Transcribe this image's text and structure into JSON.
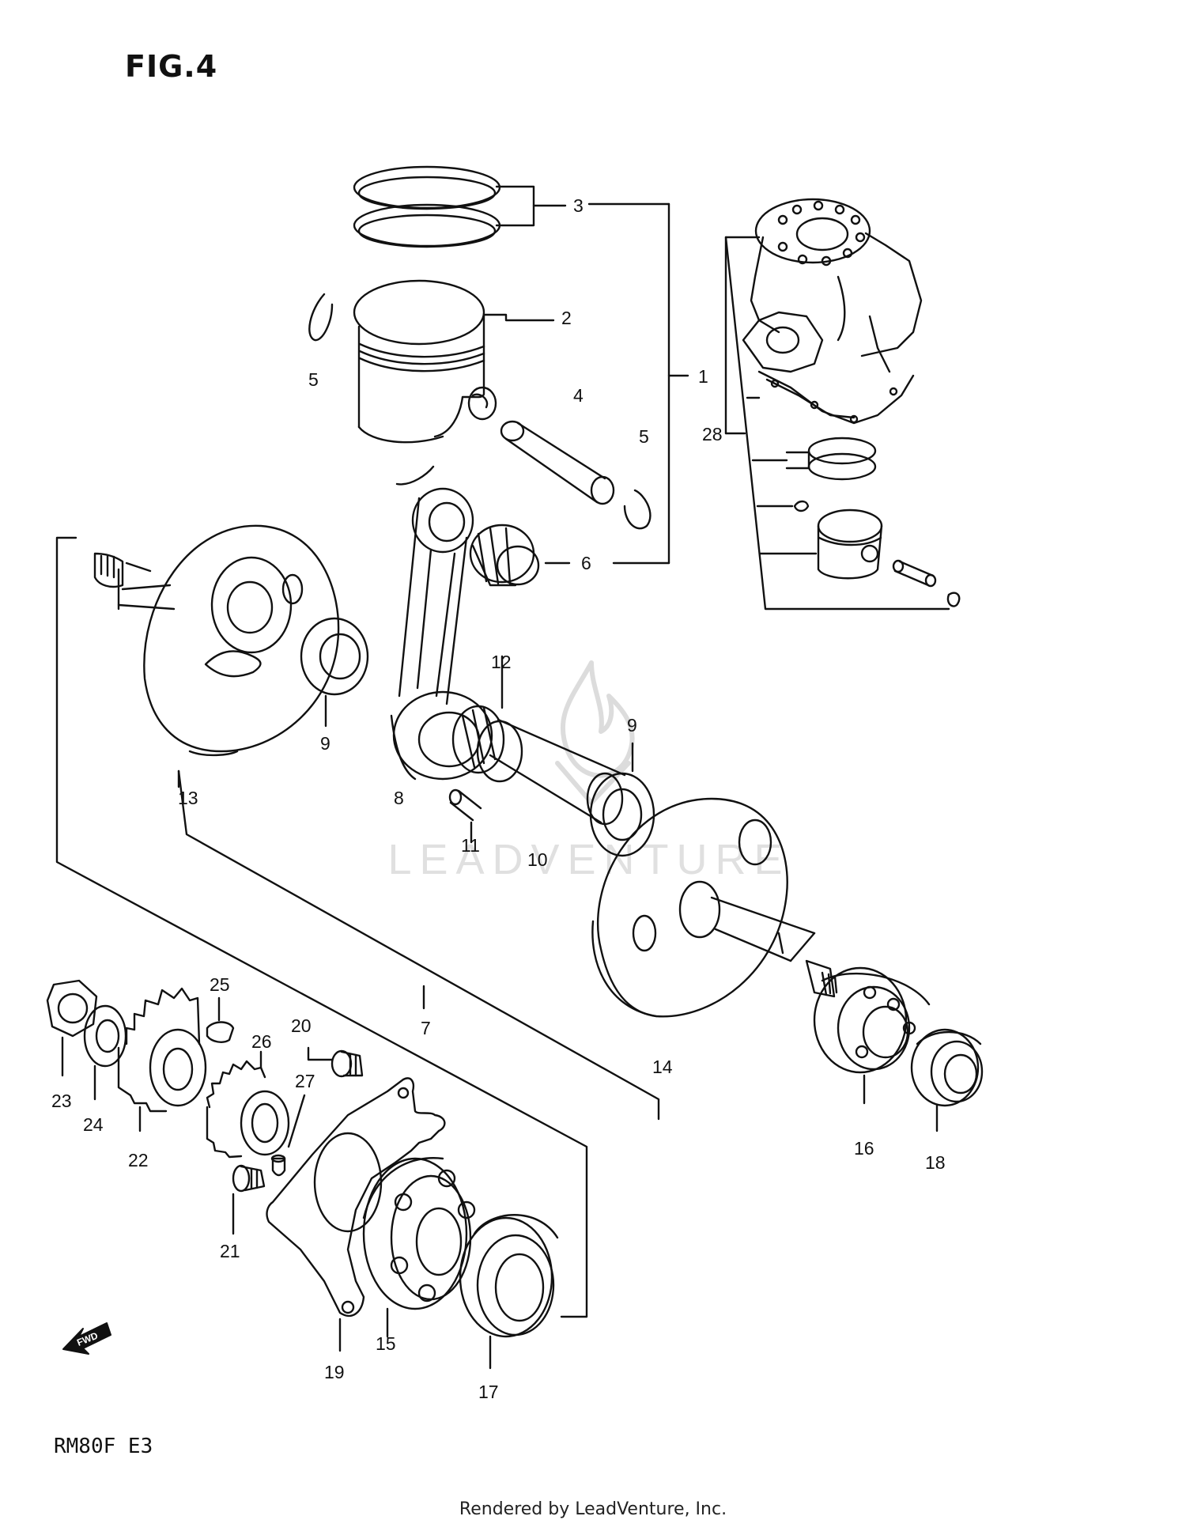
{
  "figure": {
    "title": "FIG.4",
    "model_code": "RM80F E3",
    "footer": "Rendered by LeadVenture, Inc.",
    "watermark": "LEADVENTURE",
    "direction_arrow": {
      "icon": "fwd-arrow-icon",
      "label": "FWD"
    }
  },
  "callouts": [
    "1",
    "2",
    "3",
    "4",
    "5",
    "5",
    "6",
    "7",
    "8",
    "9",
    "9",
    "10",
    "11",
    "12",
    "13",
    "14",
    "15",
    "16",
    "17",
    "18",
    "19",
    "20",
    "21",
    "22",
    "23",
    "24",
    "25",
    "26",
    "27",
    "28"
  ],
  "colors": {
    "ink": "#111111",
    "watermark": "#d9d9d9"
  }
}
